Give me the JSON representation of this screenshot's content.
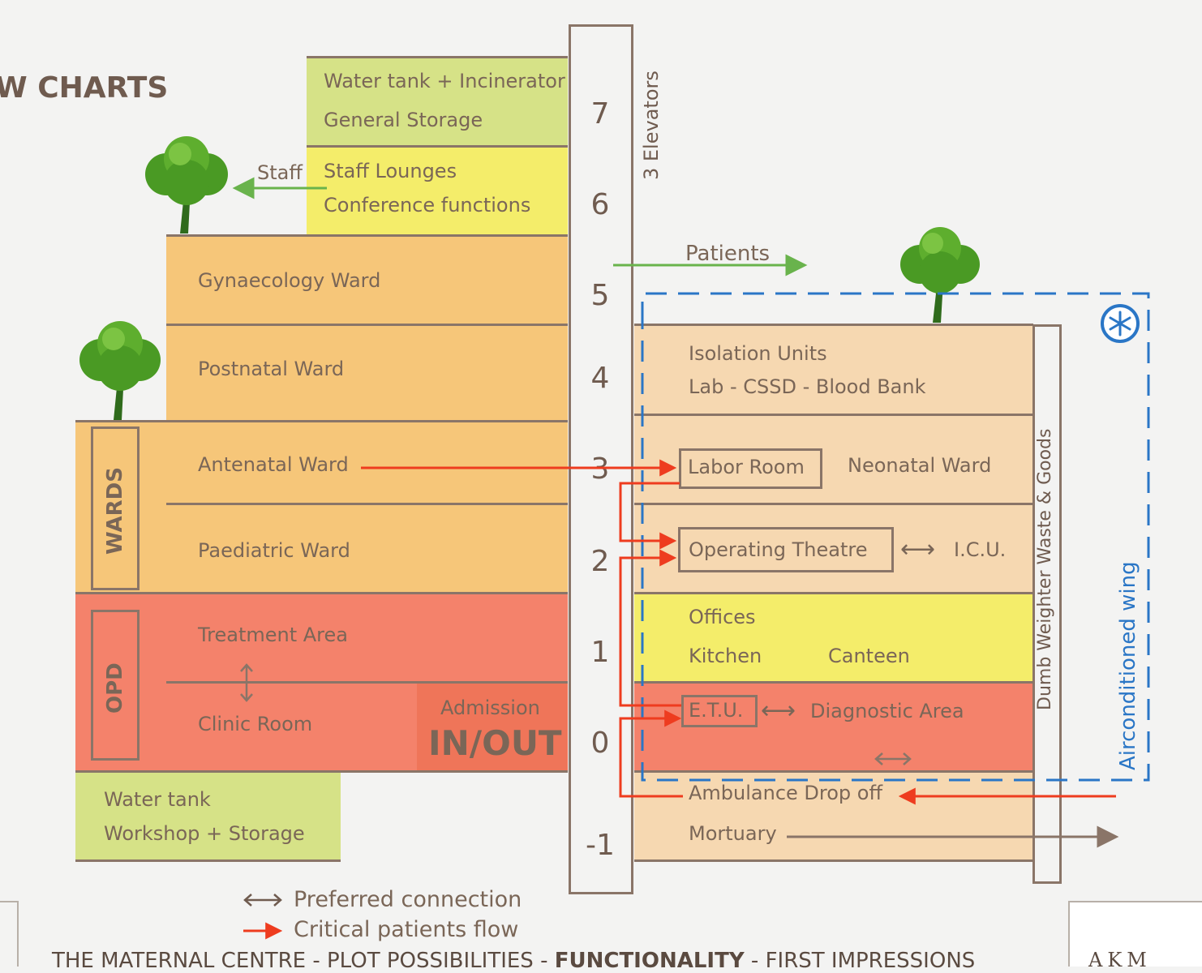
{
  "title_partial": "W CHARTS",
  "floors": [
    "7",
    "6",
    "5",
    "4",
    "3",
    "2",
    "1",
    "0",
    "-1"
  ],
  "elevators": "3 Elevators",
  "dumb_waiter": "Dumb Weighter Waste & Goods",
  "ac_wing": "Airconditioned wing",
  "left": {
    "storage_top": [
      "Water tank + Incinerator",
      "General Storage"
    ],
    "staff": [
      "Staff Lounges",
      "Conference functions"
    ],
    "staff_arrow_label": "Staff",
    "gynaecology": "Gynaecology Ward",
    "postnatal": "Postnatal Ward",
    "antenatal": "Antenatal Ward",
    "paediatric": "Paediatric Ward",
    "wards_label": "WARDS",
    "treatment": "Treatment Area",
    "clinic": "Clinic Room",
    "admission": "Admission",
    "inout": "IN/OUT",
    "opd_label": "OPD",
    "basement": [
      "Water tank",
      "Workshop + Storage"
    ]
  },
  "right": {
    "patients_arrow_label": "Patients",
    "isolation": [
      "Isolation Units",
      "Lab - CSSD - Blood Bank"
    ],
    "labor": "Labor Room",
    "neonatal": "Neonatal Ward",
    "theatre": "Operating Theatre",
    "icu_connector": "⟷",
    "icu": "I.C.U.",
    "offices": "Offices",
    "kitchen": "Kitchen",
    "canteen": "Canteen",
    "etu": "E.T.U.",
    "diag_connector": "⟷",
    "diagnostic": "Diagnostic Area",
    "ambulance": "Ambulance Drop off",
    "mortuary": "Mortuary"
  },
  "legend": {
    "preferred": "Preferred connection",
    "critical": "Critical patients flow"
  },
  "footer": {
    "part1": "THE MATERNAL CENTRE - PLOT POSSIBILITIES - ",
    "part2": "FUNCTIONALITY",
    "part3": " - FIRST IMPRESSIONS",
    "logo": "AKM"
  },
  "colors": {
    "green": "#d6e287",
    "yellow": "#f4ed6a",
    "orange": "#f6c679",
    "red": "#f4826b",
    "redDark": "#ef7559",
    "peach": "#f6d8b1",
    "arrowRed": "#ee3c1f",
    "arrowGreen": "#69b34c",
    "blue": "#2a76c6"
  }
}
